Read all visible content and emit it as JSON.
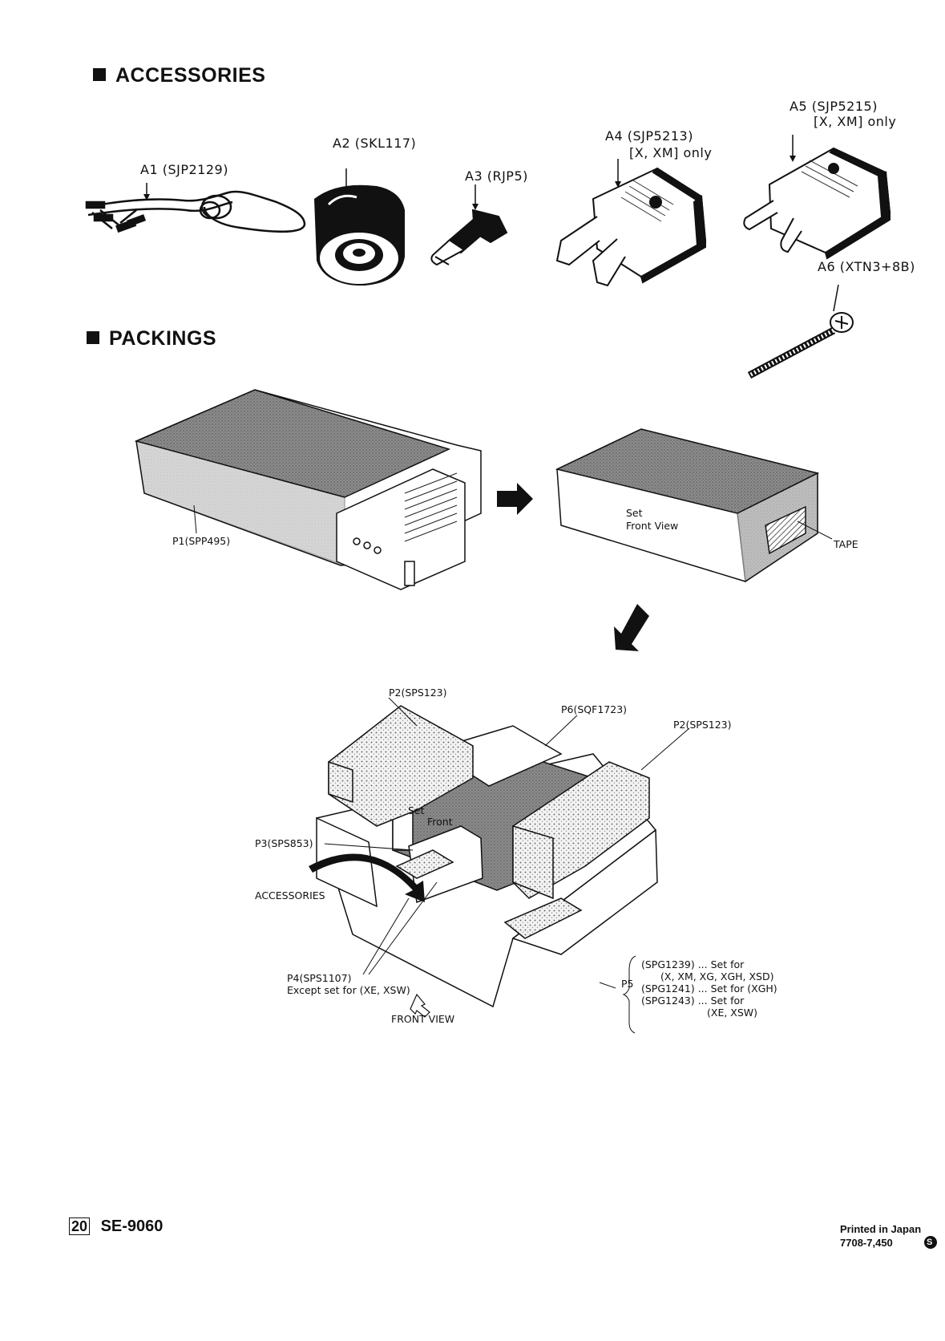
{
  "sections": {
    "accessories": "ACCESSORIES",
    "packings": "PACKINGS"
  },
  "accessories": {
    "a1": "A1 (SJP2129)",
    "a2": "A2 (SKL117)",
    "a3": "A3 (RJP5)",
    "a4": "A4 (SJP5213)",
    "a4_note": "[X, XM] only",
    "a5": "A5 (SJP5215)",
    "a5_note": "[X, XM] only",
    "a6": "A6 (XTN3+8B)"
  },
  "packing": {
    "p1": "P1(SPP495)",
    "set_front_line1": "Set",
    "set_front_line2": "Front View",
    "tape": "TAPE",
    "p2_left": "P2(SPS123)",
    "p6": "P6(SQF1723)",
    "p2_right": "P2(SPS123)",
    "box_set": "Set",
    "box_front": "Front",
    "p3": "P3(SPS853)",
    "accessories_label": "ACCESSORIES",
    "p4_line1": "P4(SPS1107)",
    "p4_line2": "Except set for (XE, XSW)",
    "front_view": "FRONT VIEW",
    "p5": "P5",
    "p5_lines": [
      "(SPG1239) ... Set for",
      "(X, XM, XG, XGH, XSD)",
      "(SPG1241) ... Set for (XGH)",
      "(SPG1243) ... Set for",
      "(XE, XSW)"
    ]
  },
  "footer": {
    "page_number": "20",
    "model": "SE-9060",
    "printed": "Printed in Japan",
    "code": "7708-7,450",
    "mark": "S"
  }
}
